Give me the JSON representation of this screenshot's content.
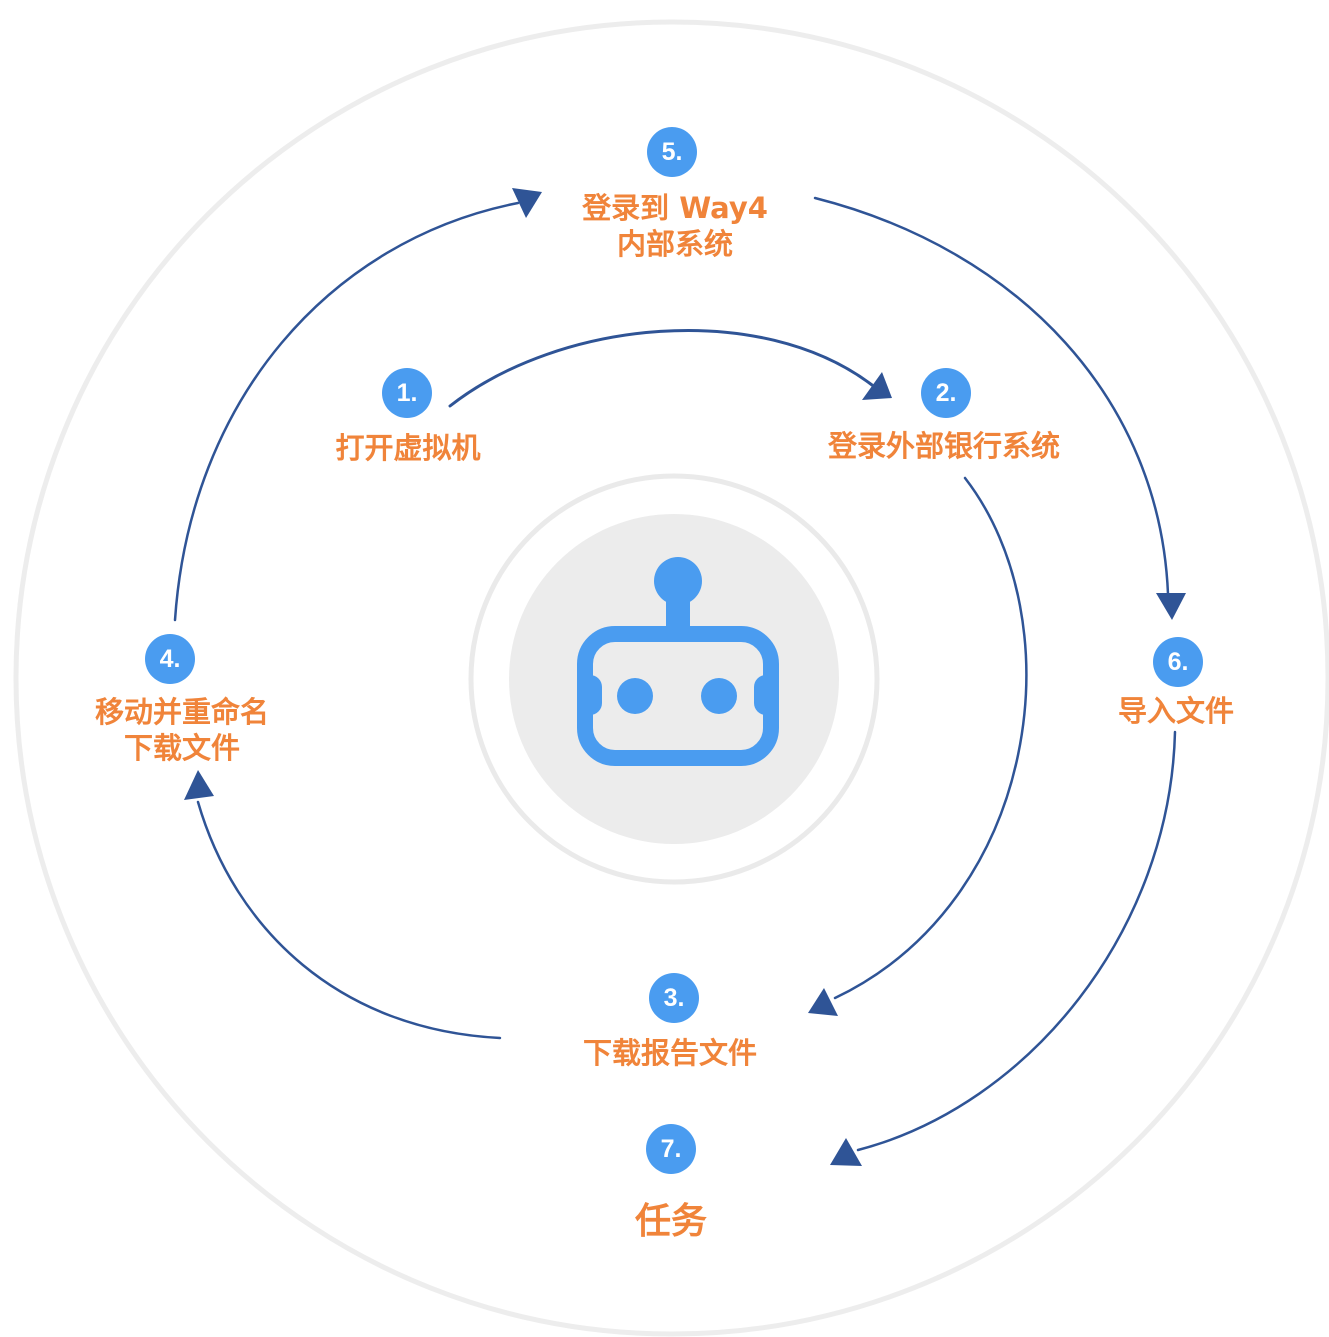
{
  "colors": {
    "accent_blue": "#4a9cf0",
    "label_orange": "#f0843a",
    "arrow_navy": "#2f5496",
    "ring_gray": "#e9e9e9",
    "core_gray": "#ececec"
  },
  "center_icon": "robot-icon",
  "steps": [
    {
      "number": "1.",
      "lines": [
        "打开虚拟机"
      ]
    },
    {
      "number": "2.",
      "lines": [
        "登录外部银行系统"
      ]
    },
    {
      "number": "3.",
      "lines": [
        "下载报告文件"
      ]
    },
    {
      "number": "4.",
      "lines": [
        "移动并重命名",
        "下载文件"
      ]
    },
    {
      "number": "5.",
      "lines": [
        "登录到 Way4",
        "内部系统"
      ]
    },
    {
      "number": "6.",
      "lines": [
        "导入文件"
      ]
    },
    {
      "number": "7.",
      "lines": [
        "任务"
      ]
    }
  ]
}
